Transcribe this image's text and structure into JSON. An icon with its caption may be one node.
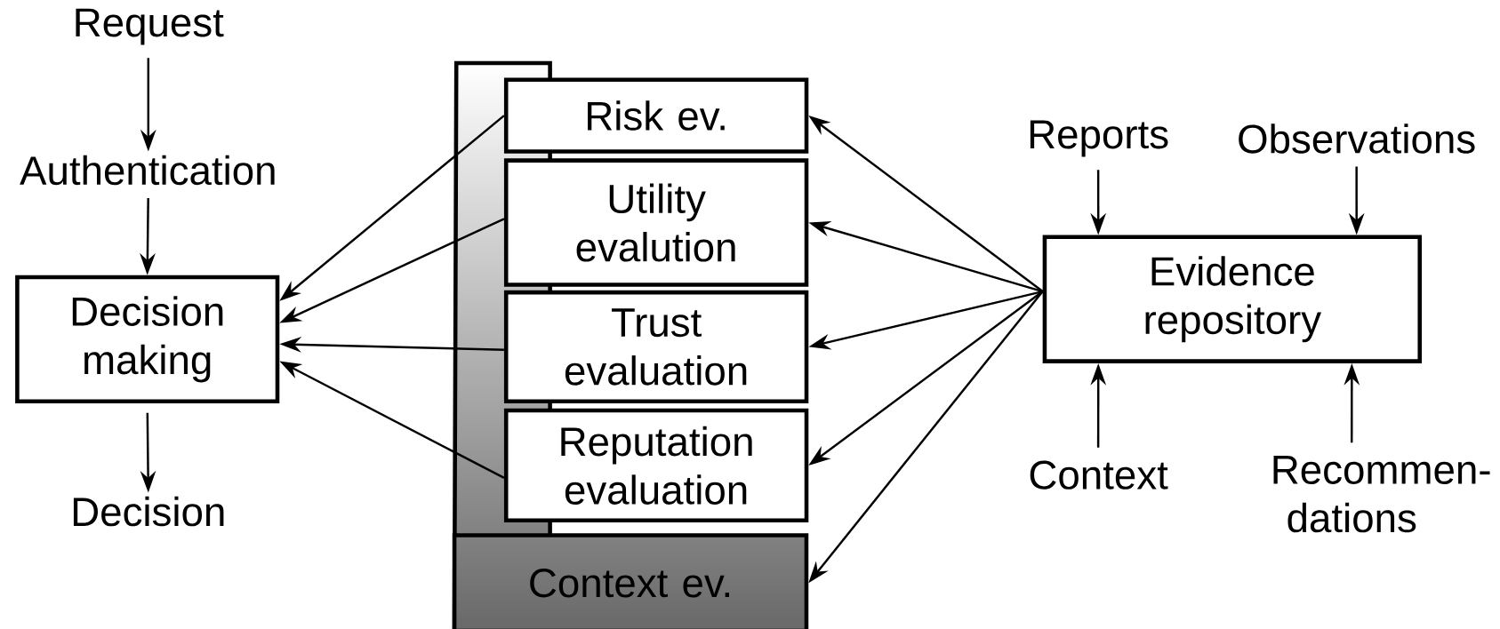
{
  "diagram": {
    "nodes": [
      {
        "text": [
          "Request"
        ]
      },
      {
        "text": [
          "Authentication"
        ]
      },
      {
        "text": [
          "Decision making"
        ]
      },
      {
        "text": [
          "Decision"
        ]
      },
      {
        "text": [
          "Context ev."
        ]
      },
      {
        "text": [
          "Risk ev."
        ]
      },
      {
        "text": [
          "Utility evalution"
        ]
      },
      {
        "text": [
          "Trust evaluation"
        ]
      },
      {
        "text": [
          "Reputation evaluation"
        ]
      },
      {
        "text": [
          "Reports"
        ]
      },
      {
        "text": [
          "Observations"
        ]
      },
      {
        "text": [
          "Evidence repository"
        ]
      },
      {
        "text": [
          "Context"
        ]
      },
      {
        "text": [
          "Recommen- dations"
        ]
      }
    ],
    "edges": [
      {
        "from": 0,
        "to": 1,
        "arrow": "to"
      },
      {
        "from": 1,
        "to": 2,
        "arrow": "to"
      },
      {
        "from": 2,
        "to": 3,
        "arrow": "to"
      },
      {
        "from": 5,
        "to": 2,
        "arrow": "to"
      },
      {
        "from": 6,
        "to": 2,
        "arrow": "to"
      },
      {
        "from": 7,
        "to": 2,
        "arrow": "to"
      },
      {
        "from": 8,
        "to": 2,
        "arrow": "to"
      },
      {
        "from": 11,
        "to": 5,
        "arrow": "to"
      },
      {
        "from": 11,
        "to": 6,
        "arrow": "to"
      },
      {
        "from": 11,
        "to": 7,
        "arrow": "to"
      },
      {
        "from": 11,
        "to": 8,
        "arrow": "to"
      },
      {
        "from": 11,
        "to": 4,
        "arrow": "to"
      },
      {
        "from": 9,
        "to": 11,
        "arrow": "to"
      },
      {
        "from": 10,
        "to": 11,
        "arrow": "to"
      },
      {
        "from": 12,
        "to": 11,
        "arrow": "to"
      },
      {
        "from": 13,
        "to": 11,
        "arrow": "to"
      }
    ]
  }
}
